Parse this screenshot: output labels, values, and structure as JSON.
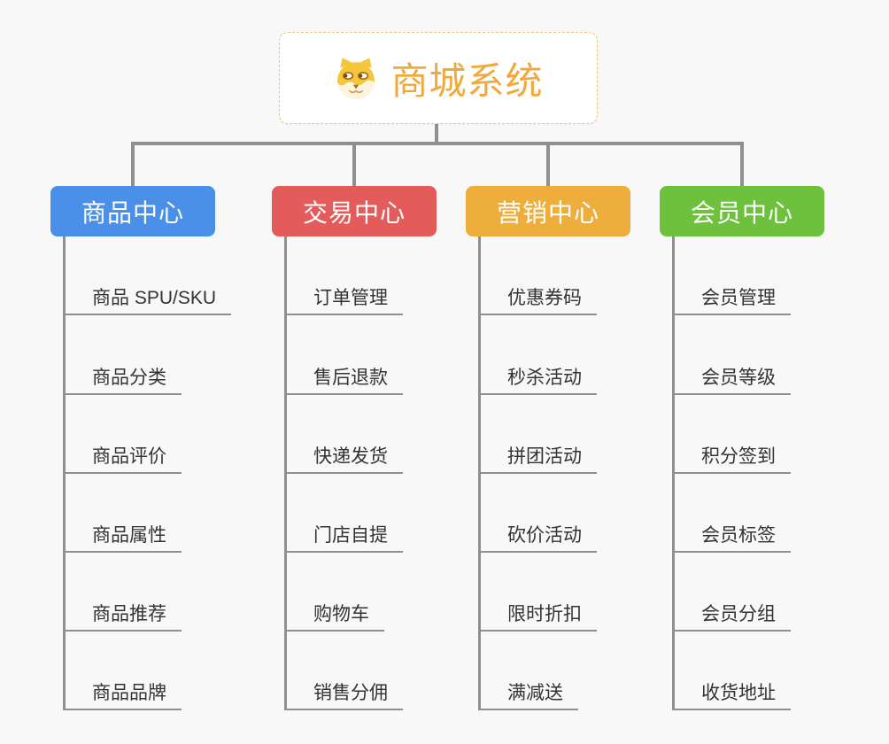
{
  "root": {
    "title": "商城系统",
    "title_color": "#f1a93c",
    "border_color": "#eec27f",
    "icon": "doge-face-icon"
  },
  "connector_color": "#8f8f8f",
  "branches": [
    {
      "label": "商品中心",
      "color": "#4a8fe8",
      "items": [
        "商品 SPU/SKU",
        "商品分类",
        "商品评价",
        "商品属性",
        "商品推荐",
        "商品品牌"
      ]
    },
    {
      "label": "交易中心",
      "color": "#e45b5b",
      "items": [
        "订单管理",
        "售后退款",
        "快递发货",
        "门店自提",
        "购物车",
        "销售分佣"
      ]
    },
    {
      "label": "营销中心",
      "color": "#eeae3c",
      "items": [
        "优惠券码",
        "秒杀活动",
        "拼团活动",
        "砍价活动",
        "限时折扣",
        "满减送"
      ]
    },
    {
      "label": "会员中心",
      "color": "#6ec13d",
      "items": [
        "会员管理",
        "会员等级",
        "积分签到",
        "会员标签",
        "会员分组",
        "收货地址"
      ]
    }
  ]
}
